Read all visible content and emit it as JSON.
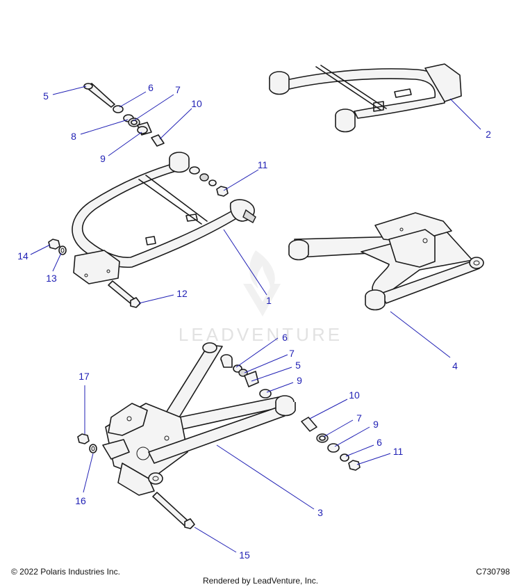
{
  "callouts": [
    {
      "id": "c5a",
      "text": "5"
    },
    {
      "id": "c6a",
      "text": "6"
    },
    {
      "id": "c7a",
      "text": "7"
    },
    {
      "id": "c8a",
      "text": "8"
    },
    {
      "id": "c9a",
      "text": "9"
    },
    {
      "id": "c10a",
      "text": "10"
    },
    {
      "id": "c11a",
      "text": "11"
    },
    {
      "id": "c2",
      "text": "2"
    },
    {
      "id": "c14",
      "text": "14"
    },
    {
      "id": "c13",
      "text": "13"
    },
    {
      "id": "c12",
      "text": "12"
    },
    {
      "id": "c1",
      "text": "1"
    },
    {
      "id": "c4",
      "text": "4"
    },
    {
      "id": "c6b",
      "text": "6"
    },
    {
      "id": "c7b",
      "text": "7"
    },
    {
      "id": "c5b",
      "text": "5"
    },
    {
      "id": "c9b",
      "text": "9"
    },
    {
      "id": "c17",
      "text": "17"
    },
    {
      "id": "c10b",
      "text": "10"
    },
    {
      "id": "c7c",
      "text": "7"
    },
    {
      "id": "c9c",
      "text": "9"
    },
    {
      "id": "c6c",
      "text": "6"
    },
    {
      "id": "c11b",
      "text": "11"
    },
    {
      "id": "c16",
      "text": "16"
    },
    {
      "id": "c3",
      "text": "3"
    },
    {
      "id": "c15",
      "text": "15"
    }
  ],
  "watermark": "LEADVENTURE",
  "footer": {
    "copyright": "© 2022 Polaris Industries Inc.",
    "code": "C730798",
    "rendered_by": "Rendered by LeadVenture, Inc."
  },
  "colors": {
    "callout": "#1f1fb4",
    "line": "#1a1a1a",
    "watermark": "#e2e2e2"
  }
}
